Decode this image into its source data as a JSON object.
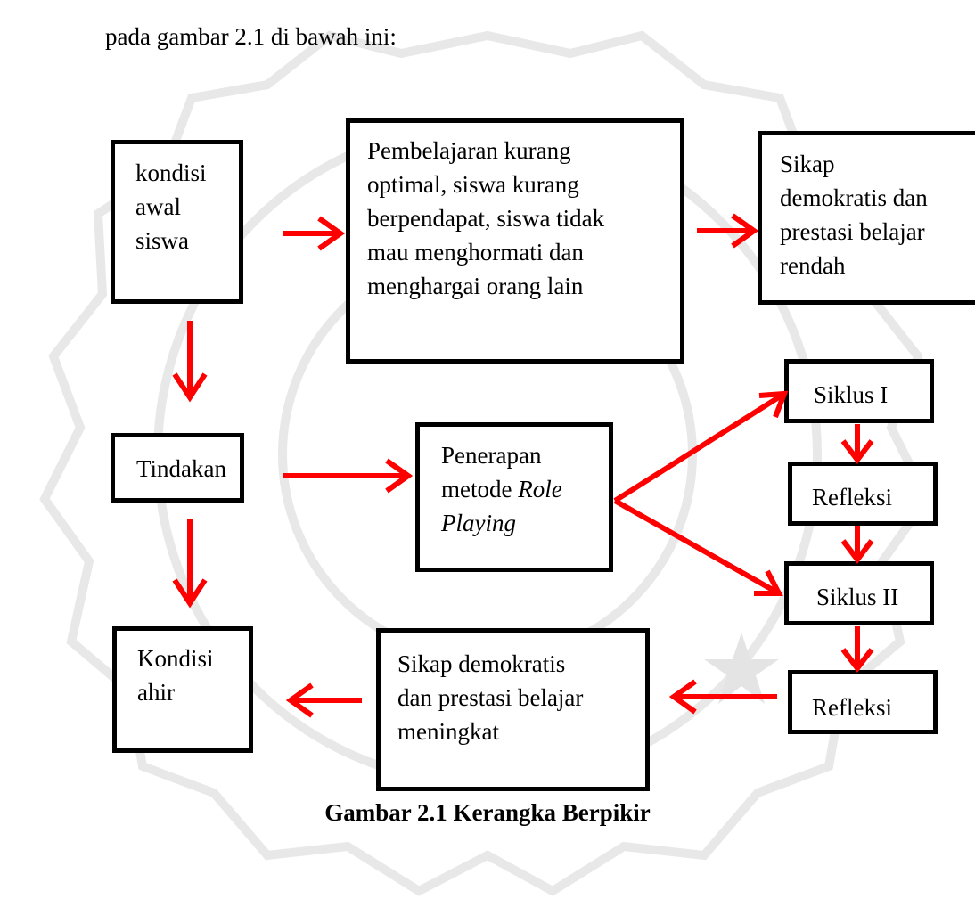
{
  "intro_text": "pada gambar 2.1 di bawah ini:",
  "caption": "Gambar 2.1 Kerangka Berpikir",
  "arrow_color": "#ff0000",
  "boxes": {
    "kondisi_awal": [
      "kondisi",
      "awal",
      "siswa"
    ],
    "pembelajaran": [
      "Pembelajaran kurang",
      "optimal, siswa kurang",
      "berpendapat, siswa tidak",
      "mau menghormati dan",
      "menghargai orang lain"
    ],
    "sikap_rendah": [
      "Sikap",
      "demokratis dan",
      "prestasi belajar",
      "rendah"
    ],
    "tindakan": "Tindakan",
    "penerapan": [
      "Penerapan",
      "metode",
      "Role",
      "Playing"
    ],
    "siklus_1": "Siklus I",
    "refleksi_1": "Refleksi",
    "siklus_2": "Siklus II",
    "refleksi_2": "Refleksi",
    "sikap_meningkat": [
      "Sikap demokratis",
      "dan prestasi belajar",
      "meningkat"
    ],
    "kondisi_ahir": [
      "Kondisi",
      "ahir"
    ]
  }
}
